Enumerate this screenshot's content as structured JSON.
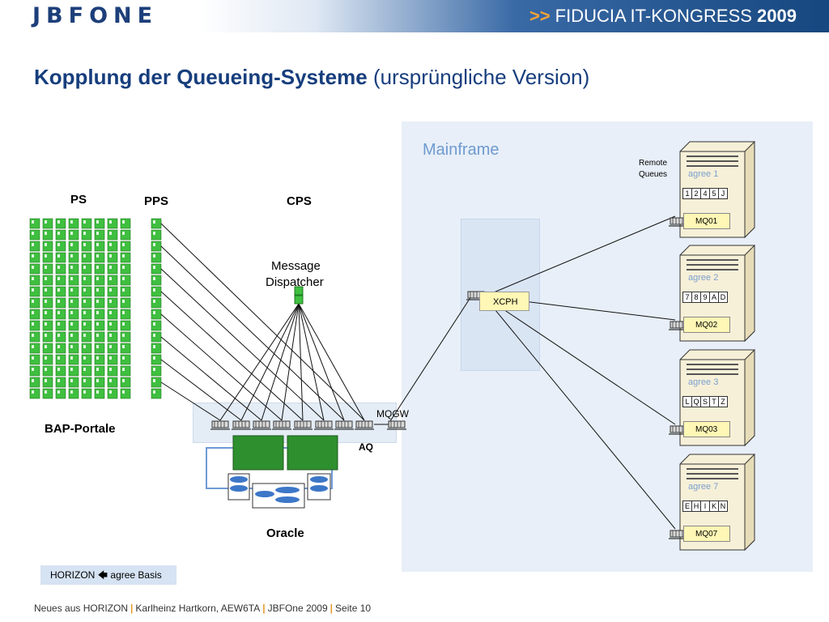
{
  "header": {
    "logo": "JBFONE",
    "arrow": ">>",
    "event": "FIDUCIA IT-KONGRESS",
    "year": "2009"
  },
  "title": {
    "main": "Kopplung der Queueing-Systeme",
    "sub": "(ursprüngliche Version)"
  },
  "mainframe": {
    "label": "Mainframe",
    "remote_queues": [
      "Remote",
      "Queues"
    ],
    "xcph": "XCPH"
  },
  "left": {
    "ps": "PS",
    "pps": "PPS",
    "cps": "CPS",
    "message_dispatcher": [
      "Message",
      "Dispatcher"
    ],
    "bap": "BAP-Portale",
    "mqgw": "MQGW",
    "aq": "AQ",
    "oracle": "Oracle"
  },
  "servers": [
    {
      "agree": "agree 1",
      "queues": [
        "1",
        "2",
        "4",
        "5",
        "J"
      ],
      "mq": "MQ01"
    },
    {
      "agree": "agree 2",
      "queues": [
        "7",
        "8",
        "9",
        "A",
        "D"
      ],
      "mq": "MQ02"
    },
    {
      "agree": "agree 3",
      "queues": [
        "L",
        "Q",
        "S",
        "T",
        "Z"
      ],
      "mq": "MQ03"
    },
    {
      "agree": "agree 7",
      "queues": [
        "E",
        "H",
        "I",
        "K",
        "N"
      ],
      "mq": "MQ07"
    }
  ],
  "horizon_box": {
    "text": "HORIZON 🡄 agree Basis"
  },
  "footer": {
    "part1": "Neues aus HORIZON",
    "sep": "|",
    "part2": "Karlheinz Hartkorn, AEW6TA",
    "part3": "JBFOne 2009",
    "part4": "Seite 10"
  }
}
